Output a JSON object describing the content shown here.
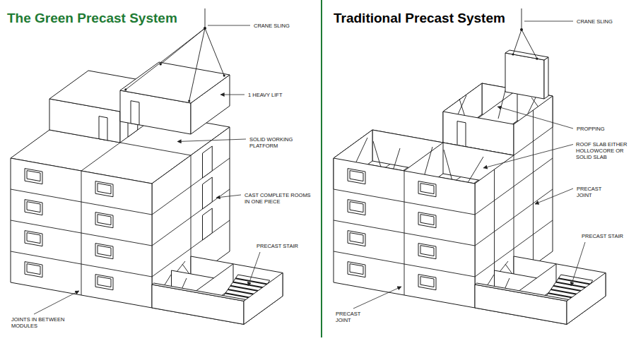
{
  "diagram": {
    "labels": [
      "The Green Precast System",
      "Traditional Precast System",
      "CRANE SLING",
      "1 HEAVY LIFT",
      "SOLID WORKING PLATFORM",
      "CAST COMPLETE ROOMS IN ONE PIECE",
      "PRECAST STAIR",
      "JOINTS IN BETWEEN MODULES",
      "CRANE SLING",
      "PROPPING",
      "ROOF SLAB EITHER HOLLOWCORE OR SOLID SLAB",
      "PRECAST JOINT",
      "PRECAST STAIR",
      "PRECAST JOINT"
    ]
  }
}
